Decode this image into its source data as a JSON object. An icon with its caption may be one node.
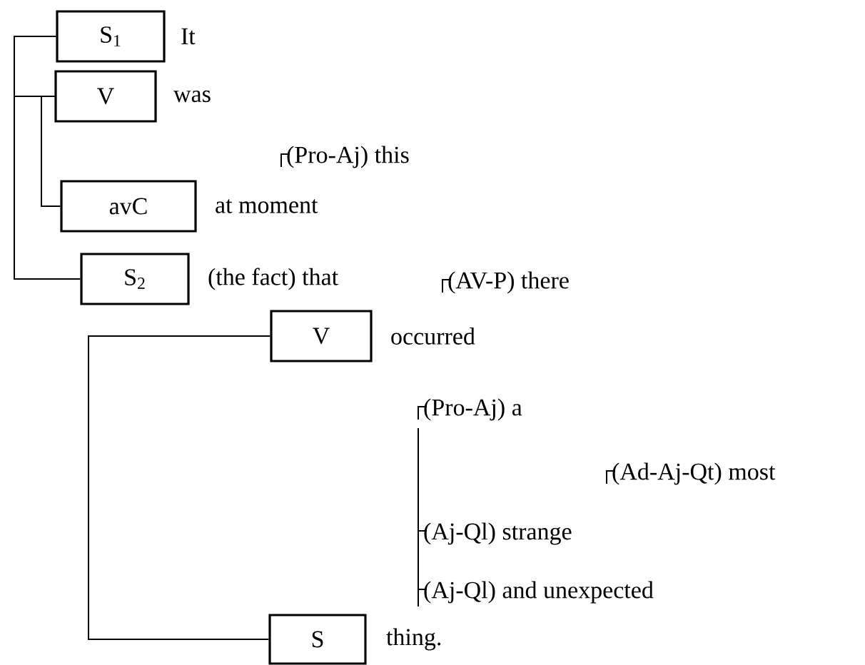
{
  "diagram": {
    "nodes": [
      {
        "text": [
          "S$_{1}$"
        ],
        "beside": [
          "It"
        ]
      },
      {
        "text": [
          "V"
        ],
        "beside": [
          "was"
        ]
      },
      {
        "text": [
          "avC"
        ],
        "beside": [
          "at moment"
        ]
      },
      {
        "text": [
          "S$_{2}$"
        ],
        "beside": [
          "(the fact) that"
        ]
      },
      {
        "text": [
          "V"
        ],
        "beside": [
          "occurred"
        ]
      },
      {
        "text": [
          "S"
        ],
        "beside": [
          "thing."
        ]
      }
    ],
    "edges": [
      {
        "from": 0,
        "to": 1,
        "arrow": "none"
      },
      {
        "from": 1,
        "to": 2,
        "arrow": "none"
      },
      {
        "from": 1,
        "to": 3,
        "arrow": "none"
      },
      {
        "from": 4,
        "to": 5,
        "arrow": "none"
      }
    ],
    "labels": [
      "(Pro-Aj) this",
      "(AV-P) there",
      "(Pro-Aj) a",
      "(Ad-Aj-Qt) most",
      "(Aj-Ql) strange",
      "(Aj-Ql) and unexpected"
    ]
  }
}
